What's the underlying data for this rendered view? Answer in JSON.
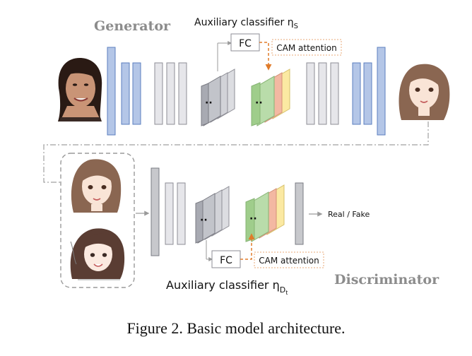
{
  "generator": {
    "title": "Generator",
    "aux_label_main": "Auxiliary classifier η",
    "aux_label_sub": "S",
    "fc_label": "FC",
    "cam_label": "CAM attention"
  },
  "discriminator": {
    "title": "Discriminator",
    "aux_label_main": "Auxiliary classifier η",
    "aux_label_sub": "D",
    "aux_label_subsub": "t",
    "fc_label": "FC",
    "cam_label": "CAM attention",
    "output_label": "Real / Fake"
  },
  "feature_map_marker": "··",
  "caption": "Figure 2. Basic model architecture.",
  "colors": {
    "encoder_blue": "#b4c6e7",
    "encoder_blue_stroke": "#5b7fbf",
    "plain_gray": "#e6e6ea",
    "plain_gray_stroke": "#8e8e96",
    "dark_gray": "#c7c8cc",
    "cam_green": "#b9dcaa",
    "cam_salmon": "#f3b8a2",
    "cam_yellow": "#fbe9a2",
    "arrow_orange": "#e07b2a",
    "dashed_gray": "#a0a0a0"
  }
}
